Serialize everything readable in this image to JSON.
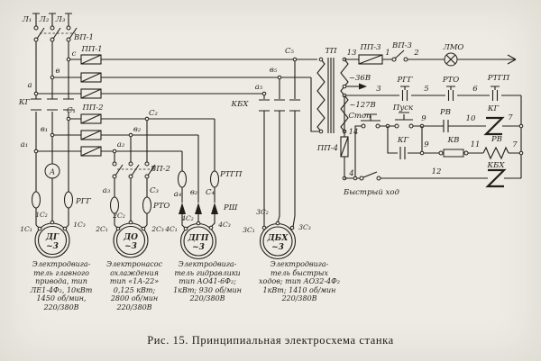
{
  "figure": {
    "caption": "Рис. 15. Принципиальная электросхема станка"
  },
  "colors": {
    "paper": "#edebe4",
    "ink": "#221f1b"
  },
  "labels": {
    "l1": "Л₁",
    "l2": "Л₂",
    "l3": "Л₃",
    "vp1": "ВП-1",
    "pp1": "ПП-1",
    "pp2": "ПП-2",
    "pp3": "ПП-3",
    "pp4": "ПП-4",
    "kg_main": "КГ",
    "kbh_main": "КБХ",
    "ph_c": "с",
    "ph_b": "в",
    "ph_a": "а",
    "c1": "С₁",
    "b1": "в₁",
    "a1": "а₁",
    "c2": "С₂",
    "b2": "в₂",
    "a2": "а₂",
    "vp2": "ВП-2",
    "a3": "а₃",
    "c3": "С₃",
    "rgg_heat": "РГГ",
    "rto_heat": "РТО",
    "rtgp_heat": "РТГП",
    "a4": "а₄",
    "b4": "в₂",
    "c4": "С₄",
    "rsh": "РШ",
    "a5": "а₅",
    "b5": "в₅",
    "c5": "С₅",
    "ammeter": "А",
    "tp": "ТП",
    "n13": "13",
    "n1": "1",
    "vp3": "ВП-3",
    "n2": "2",
    "lmo": "ЛМО",
    "v36": "~36В",
    "v127": "~127В",
    "n3": "3",
    "rgg_c": "РГГ",
    "n5": "5",
    "rto_c": "РТО",
    "n6": "6",
    "rtgp_c": "РТГП",
    "stop": "Стоп",
    "pusk": "Пуск",
    "n9a": "9",
    "rv_c": "РВ",
    "n10": "10",
    "kg_coil": "КГ",
    "n7a": "7",
    "kg_aux": "КГ",
    "n9b": "9",
    "kv_c": "КВ",
    "n11": "11",
    "rv_coil": "РВ",
    "n7b": "7",
    "n14": "14",
    "n4": "4",
    "bh": "Быстрый ход",
    "n12": "12",
    "kbh_coil": "КБХ"
  },
  "motors": [
    {
      "name": "ДГ",
      "phase": "~3",
      "terminals": [
        "1С₁",
        "1С₂",
        "1С₃"
      ],
      "desc": "Электродвига-\nтель главного\nпривода, тип\nЛЕ1-4Ф₂, 10кВт\n1450 об/мин,\n220/380В"
    },
    {
      "name": "ДО",
      "phase": "~3",
      "terminals": [
        "2С₁",
        "2С₂",
        "2С₃"
      ],
      "desc": "Электронасос\nохлаждения\nтип «1А-22»\n0,125 кВт;\n2800 об/мин\n220/380В"
    },
    {
      "name": "ДГП",
      "phase": "~3",
      "terminals": [
        "4С₁",
        "4С₂",
        "4С₃"
      ],
      "desc": "Электродвига-\nтель гидравлики\nтип АО41-6Ф₂;\n1кВт; 930 об/мин\n220/380В"
    },
    {
      "name": "ДБХ",
      "phase": "~3",
      "terminals": [
        "3С₁",
        "3С₂",
        "3С₃"
      ],
      "desc": "Электродвига-\nтель быстрых\nходов; тип АО32-4Ф₂\n1кВт; 1410 об/мин\n220/380В"
    }
  ]
}
